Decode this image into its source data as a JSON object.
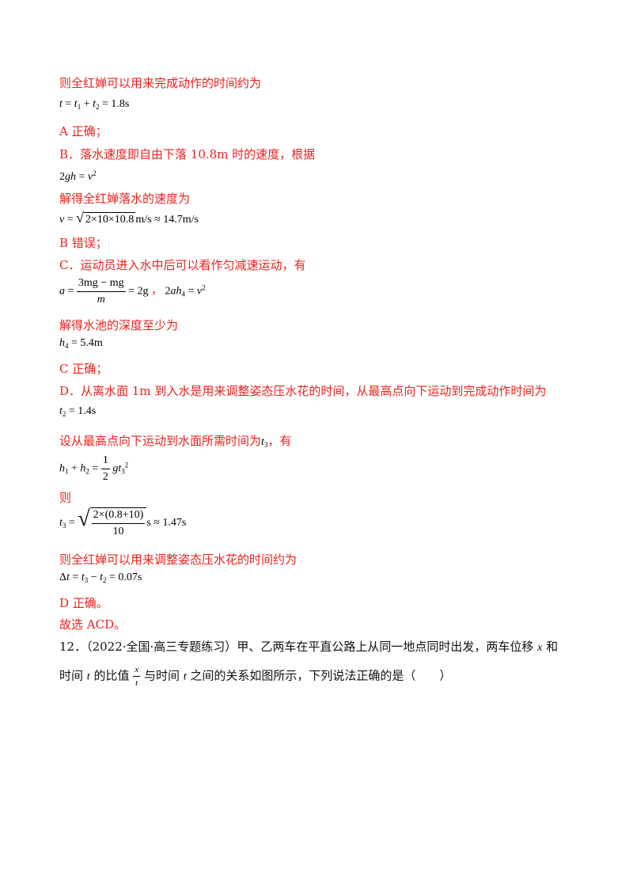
{
  "lines": {
    "l1": "则全红婵可以用来完成动作的时间约为",
    "a_ok": "A 正确；",
    "b_intro": "B．落水速度即自由下落 10.8m 时的速度，根据",
    "b_solve": "解得全红婵落水的速度为",
    "b_wrong": "B 错误；",
    "c_intro": "C．运动员进入水中后可以看作匀减速运动，有",
    "c_solve": "解得水池的深度至少为",
    "c_ok": "C 正确；",
    "d_intro": "D．从离水面 1m 到入水是用来调整姿态压水花的时间，从最高点向下运动到完成动作时间为",
    "d_set": "设从最高点向下运动到水面所需时间为",
    "d_set_end": "，有",
    "d_then": "则",
    "d_result": "则全红婵可以用来调整姿态压水花的时间约为",
    "d_ok": "D 正确。",
    "answer": "故选 ACD。"
  },
  "math": {
    "t_total_val": "1.8s",
    "b_v_val": "2×10×10.8",
    "b_v_unit": "m/s ≈ 14.7m/s",
    "c_a_num": "3mg − mg",
    "c_a_den": "m",
    "c_a_rhs": "= 2g",
    "c_h4_val": "5.4m",
    "d_t2_val": "1.4s",
    "d_half": "1",
    "d_two": "2",
    "d_t3_num": "2×(0.8+10)",
    "d_t3_den": "10",
    "d_t3_res": "s ≈ 1.47s",
    "d_dt_val": "0.07s"
  },
  "question": {
    "number": "12．",
    "source": "（2022·全国·高三专题练习）",
    "text1": "甲、乙两车在平直公路上从同一地点同时出发，两车位移",
    "var_x": "x",
    "text1_end": "和",
    "text2a": "时间",
    "var_t": "t",
    "text2b": "的比值",
    "text2c": "与时间",
    "text2d": "之间的关系如图所示，下列说法正确的是（　　）"
  }
}
